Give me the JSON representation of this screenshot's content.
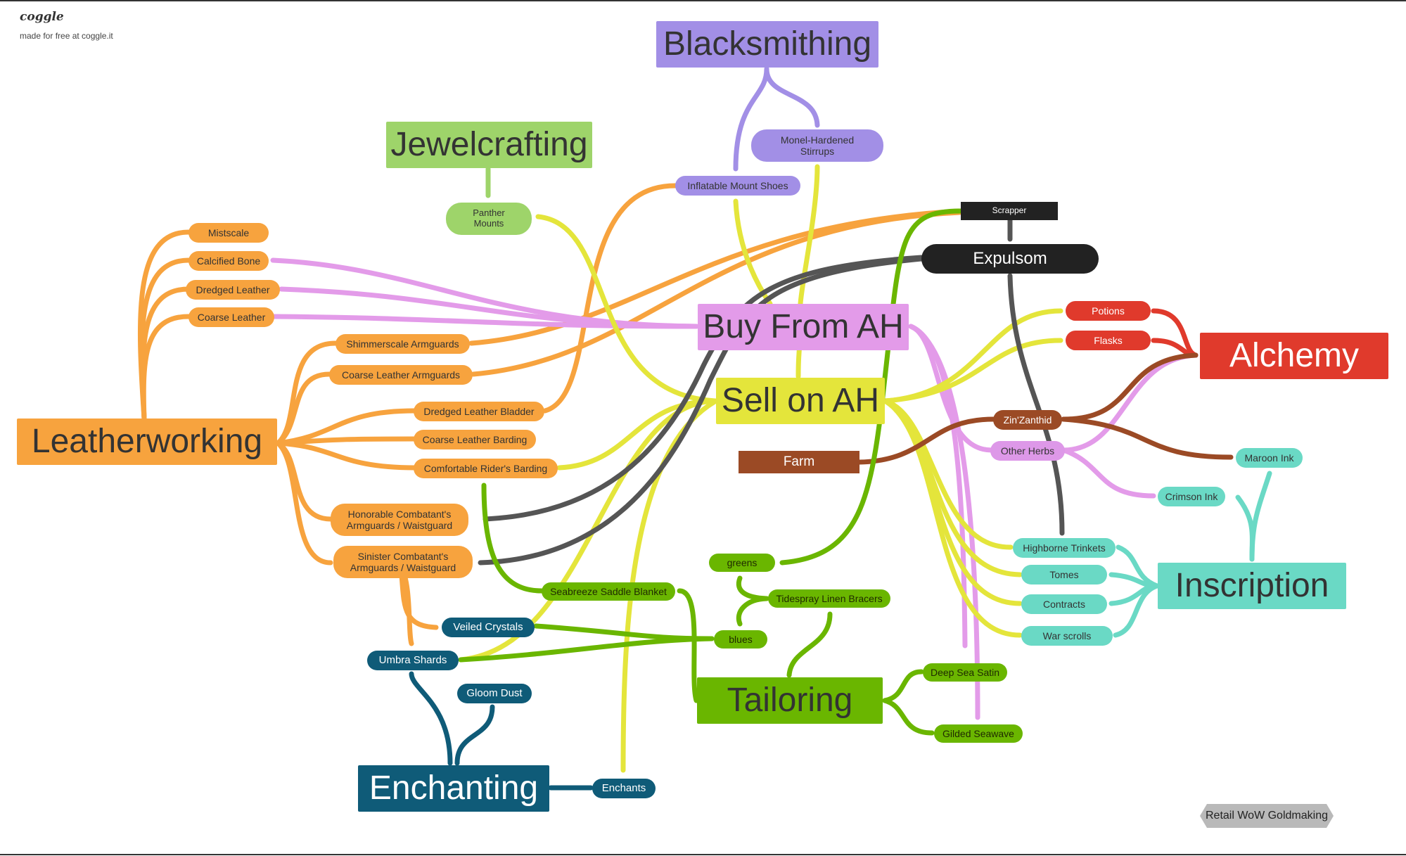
{
  "brand": {
    "name": "coggle",
    "tagline": "made for free at coggle.it"
  },
  "colors": {
    "leather": "#f7a33e",
    "blacksmith": "#a28fe6",
    "jewel": "#9ed46a",
    "buyah": "#e39be9",
    "sellah": "#e4e53b",
    "scrapper": "#222222",
    "alchemy": "#e03a2c",
    "farm": "#9b4a25",
    "herb": "#dd98e8",
    "inscription": "#6ad9c5",
    "tailoring": "#6ab600",
    "enchanting": "#0f5b78"
  },
  "hubs": {
    "leatherworking": "Leatherworking",
    "blacksmithing": "Blacksmithing",
    "jewelcrafting": "Jewelcrafting",
    "buy_from_ah": "Buy From AH",
    "sell_on_ah": "Sell on AH",
    "alchemy": "Alchemy",
    "inscription": "Inscription",
    "tailoring": "Tailoring",
    "enchanting": "Enchanting",
    "expulsom": "Expulsom",
    "farm": "Farm"
  },
  "leather_items": {
    "mistscale": "Mistscale",
    "calcified_bone": "Calcified Bone",
    "dredged_leather": "Dredged Leather",
    "coarse_leather": "Coarse Leather",
    "shimmerscale": "Shimmerscale Armguards",
    "coarse_armguards": "Coarse Leather Armguards",
    "bladder": "Dredged Leather Bladder",
    "barding": "Coarse Leather Barding",
    "riders": "Comfortable Rider's Barding",
    "honorable": "Honorable Combatant's\nArmguards / Waistguard",
    "sinister": "Sinister Combatant's\nArmguards / Waistguard"
  },
  "blacksmith_items": {
    "monel": "Monel-Hardened\nStirrups",
    "inflatable": "Inflatable Mount Shoes"
  },
  "jewel_items": {
    "panther": "Panther\nMounts"
  },
  "scrapper": "Scrapper",
  "alchemy_items": {
    "potions": "Potions",
    "flasks": "Flasks"
  },
  "herbs": {
    "zinzanthid": "Zin'Zanthid",
    "other": "Other Herbs"
  },
  "ink": {
    "maroon": "Maroon Ink",
    "crimson": "Crimson Ink"
  },
  "inscription_items": {
    "trinkets": "Highborne Trinkets",
    "tomes": "Tomes",
    "contracts": "Contracts",
    "scrolls": "War scrolls"
  },
  "tailoring_items": {
    "greens": "greens",
    "blues": "blues",
    "bracers": "Tidespray Linen Bracers",
    "blanket": "Seabreeze Saddle Blanket",
    "satin": "Deep Sea Satin",
    "seawave": "Gilded Seawave"
  },
  "enchanting_items": {
    "veiled": "Veiled Crystals",
    "umbra": "Umbra Shards",
    "gloom": "Gloom Dust",
    "enchants": "Enchants"
  },
  "footer_tag": "Retail WoW Goldmaking"
}
